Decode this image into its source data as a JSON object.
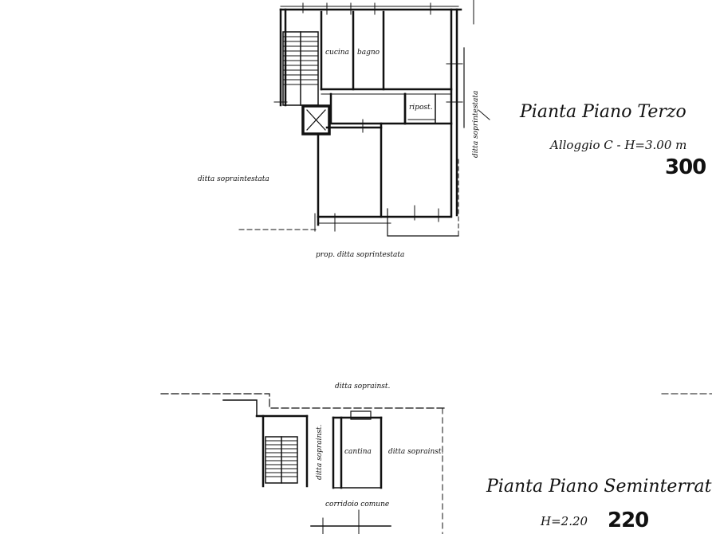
{
  "upper_plan": {
    "title": "Pianta Piano Terzo",
    "subtitle": "Alloggio C - H=3.00 m",
    "height_number": "300",
    "labels": {
      "room_cucina": "cucina",
      "room_bagno": "bagno",
      "room_ripost": "ripost.",
      "left_side": "ditta sopraintestata",
      "right_side": "ditta soprintestata",
      "bottom_side": "prop. ditta soprintestata"
    }
  },
  "lower_plan": {
    "title": "Pianta Piano Seminterrato",
    "subtitle": "H=2.20",
    "height_number": "220",
    "labels": {
      "top_side": "ditta soprainst.",
      "left_side": "ditta soprainst.",
      "room_cantina": "cantina",
      "right_side": "ditta soprainst.",
      "bottom_side": "corridoio comune"
    }
  },
  "colors": {
    "ink": "#111111",
    "paper": "#ffffff"
  }
}
